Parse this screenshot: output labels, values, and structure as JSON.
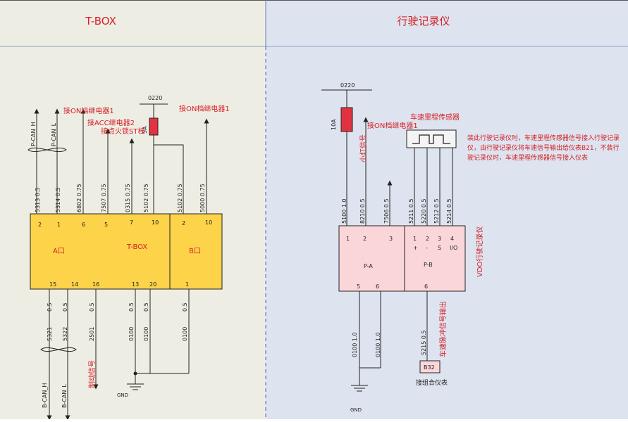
{
  "panels": {
    "left_title": "T-BOX",
    "right_title": "行驶记录仪"
  },
  "colors": {
    "left_bg": "#eeede4",
    "right_bg": "#dde4ef",
    "header_line": "#8ea0c0",
    "connector_yellow": "#fdd34a",
    "connector_pink": "#fbd6d9",
    "fuse_red": "#e23241",
    "label_red": "#d61f26",
    "wire": "#222222"
  },
  "tbox": {
    "power_label": "0220",
    "fuse_label": "5A",
    "on_relay_1": "接ON档继电器1",
    "acc_relay_2": "接ACC继电器2",
    "ignition_st": "接点火锁ST档",
    "on_relay_1_b": "接ON档继电器1",
    "pcan_h": "P-CAN_H",
    "pcan_l": "P-CAN_L",
    "top_wires": [
      "5313 0.5",
      "5314 0.5",
      "6802 0.75",
      "7507 0.75",
      "0315 0.75",
      "5102 0.75",
      "5102 0.75",
      "5000 0.75"
    ],
    "top_pins_a": [
      "2",
      "1",
      "6",
      "5",
      "7",
      "10"
    ],
    "top_pins_b": [
      "2",
      "10"
    ],
    "connector_a": "A口",
    "connector_main": "T-BOX",
    "connector_b": "B口",
    "bottom_pins": [
      "15",
      "14",
      "16",
      "13",
      "20",
      "1"
    ],
    "bottom_size": [
      "0.5",
      "0.5",
      "0.5",
      "0.5",
      "0.5",
      "0.5"
    ],
    "bottom_codes": [
      "5321",
      "5322",
      "2501",
      "0100",
      "0100",
      "0100"
    ],
    "brake_signal": "制动信号",
    "bcan_h": "B-CAN_H",
    "bcan_l": "B-CAN_L",
    "gnd": "GND"
  },
  "vdo": {
    "power_label": "0220",
    "fuse_label": "10A",
    "small_light": "小灯信号",
    "on_relay_1": "接ON档继电器1",
    "sensor_title": "车速里程传感器",
    "note": "装此行驶记录仪时，车速里程传感器信号接入行驶记录仪，由行驶记录仪将车速信号输出给仪表B21，不装行驶记录仪时，车速里程传感器信号接入仪表",
    "top_wires": [
      "5100 1.0",
      "8210 0.5",
      "7506 0.5",
      "5211 0.5",
      "5220 0.5",
      "5212 0.5",
      "5214 0.5"
    ],
    "pins_a": [
      "1",
      "2",
      "3"
    ],
    "pins_b": [
      "1",
      "2",
      "3",
      "4"
    ],
    "pins_b_sub": [
      "+",
      "-",
      "S",
      "I/O"
    ],
    "label_pa": "P-A",
    "label_pb": "P-B",
    "device_name": "VDO行驶记录仪",
    "bottom_pins": [
      "5",
      "6",
      "6"
    ],
    "bottom_codes": [
      "0100 1.0",
      "0100 1.0",
      "5215 0.5"
    ],
    "pulse_out": "车速脉冲信号输出",
    "b32": "B32",
    "to_cluster": "接组合仪表",
    "gnd": "GND"
  }
}
